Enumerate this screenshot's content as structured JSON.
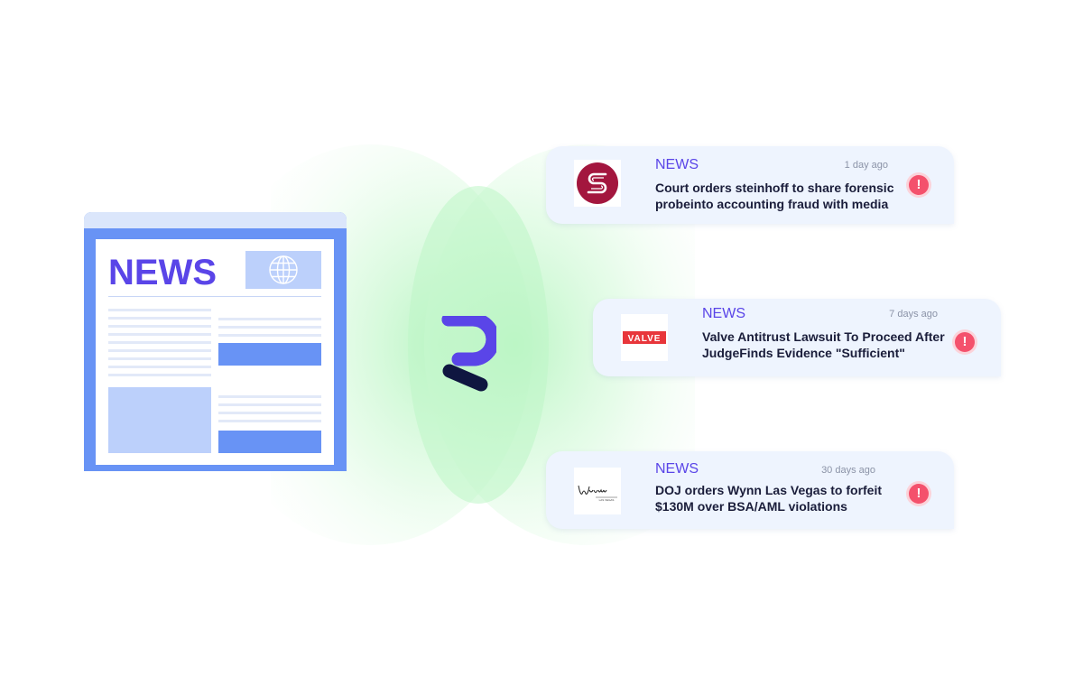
{
  "newspaper": {
    "title": "NEWS",
    "colors": {
      "frame": "#6893f5",
      "accent_block": "#6893f5",
      "light_block": "#bcd0fb",
      "title": "#5a45e8"
    }
  },
  "brand": {
    "logo_icon": "r-brand-logo-icon",
    "colors": {
      "primary": "#5a45e8",
      "dark": "#0f1640"
    }
  },
  "cards": [
    {
      "tag": "NEWS",
      "time": "1 day ago",
      "headline_line1": "Court orders steinhoff to share forensic",
      "headline_line2": "probeinto accounting fraud with media",
      "logo": "steinhoff-logo-icon",
      "alert": "!"
    },
    {
      "tag": "NEWS",
      "time": "7 days ago",
      "headline_line1": "Valve Antitrust Lawsuit To Proceed After",
      "headline_line2": "JudgeFinds Evidence \"Sufficient\"",
      "logo": "valve-logo-icon",
      "alert": "!"
    },
    {
      "tag": "NEWS",
      "time": "30 days ago",
      "headline_line1": "DOJ orders Wynn Las Vegas to forfeit",
      "headline_line2": "$130M over BSA/AML violations",
      "logo": "wynn-logo-icon",
      "alert": "!"
    }
  ],
  "colors": {
    "glow": "#b8f5c2",
    "card_bg": "#eef4fe",
    "alert": "#f4516c"
  }
}
